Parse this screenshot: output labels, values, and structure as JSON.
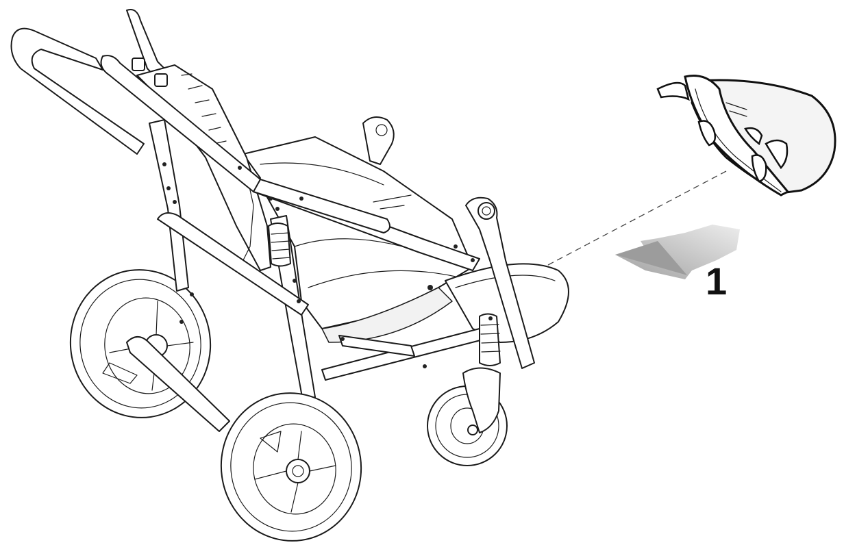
{
  "diagram": {
    "step_label": "1",
    "colors": {
      "line": "#1a1a1a",
      "arrow_dark": "#9a9a9a",
      "arrow_light": "#e6e6e6",
      "background": "#ffffff"
    },
    "parts": [
      "stroller-frame",
      "footrest-cover",
      "direction-arrow"
    ]
  }
}
